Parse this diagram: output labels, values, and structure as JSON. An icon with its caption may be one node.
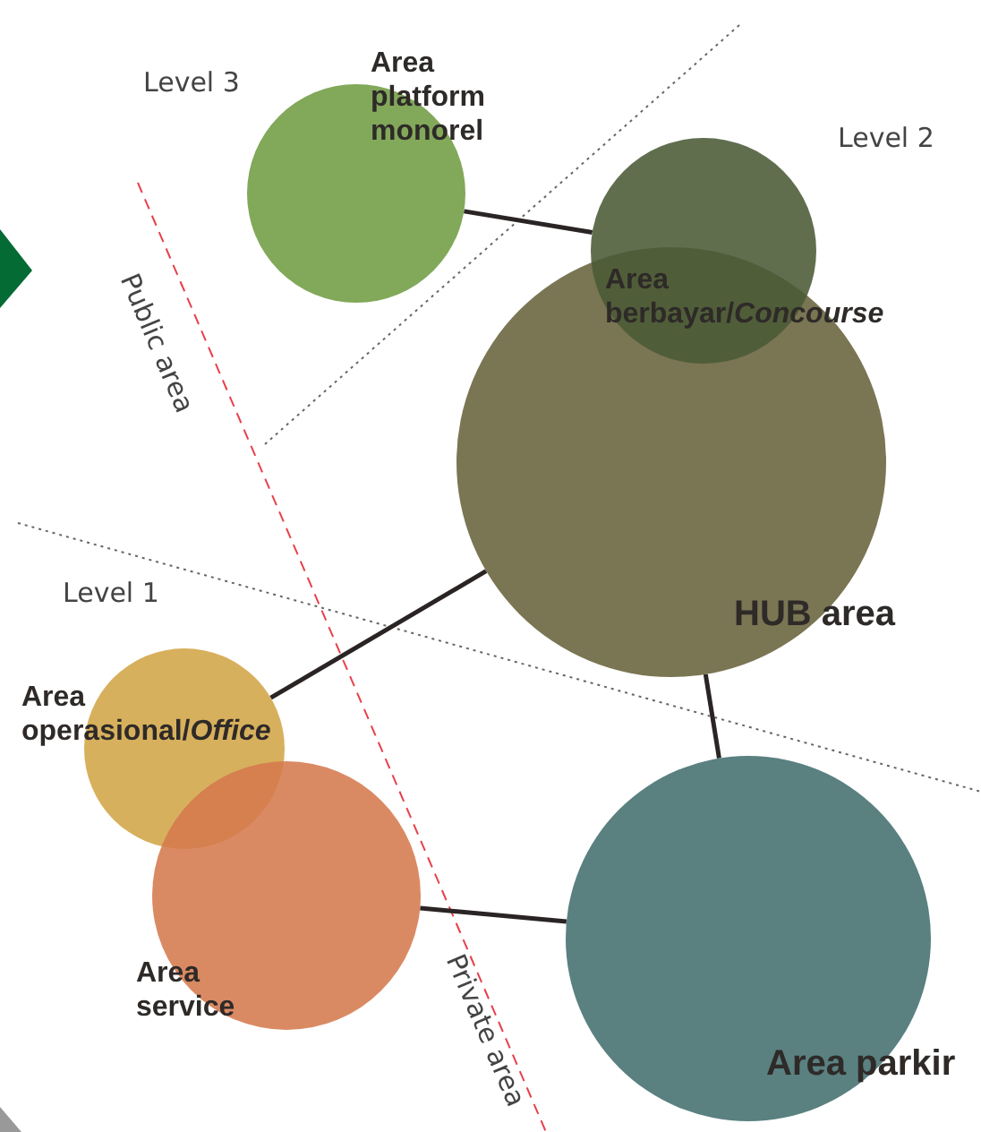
{
  "diagram": {
    "nodes": [
      {
        "text": [
          "Area platform monorel"
        ]
      },
      {
        "text": [
          "Area berbayar/*Concourse*"
        ]
      },
      {
        "text": [
          "HUB area"
        ]
      },
      {
        "text": [
          "Area operasional/*Office*"
        ]
      },
      {
        "text": [
          "Area service"
        ]
      },
      {
        "text": [
          "Area parkir"
        ]
      }
    ],
    "edges": [
      {
        "from": 0,
        "to": 1,
        "arrow": "none"
      },
      {
        "from": 2,
        "to": 3,
        "arrow": "none"
      },
      {
        "from": 2,
        "to": 5,
        "arrow": "none"
      },
      {
        "from": 4,
        "to": 5,
        "arrow": "none"
      }
    ],
    "labels": [
      "Level 3",
      "Level 2",
      "Public area",
      "Level 1",
      "Private area"
    ]
  }
}
